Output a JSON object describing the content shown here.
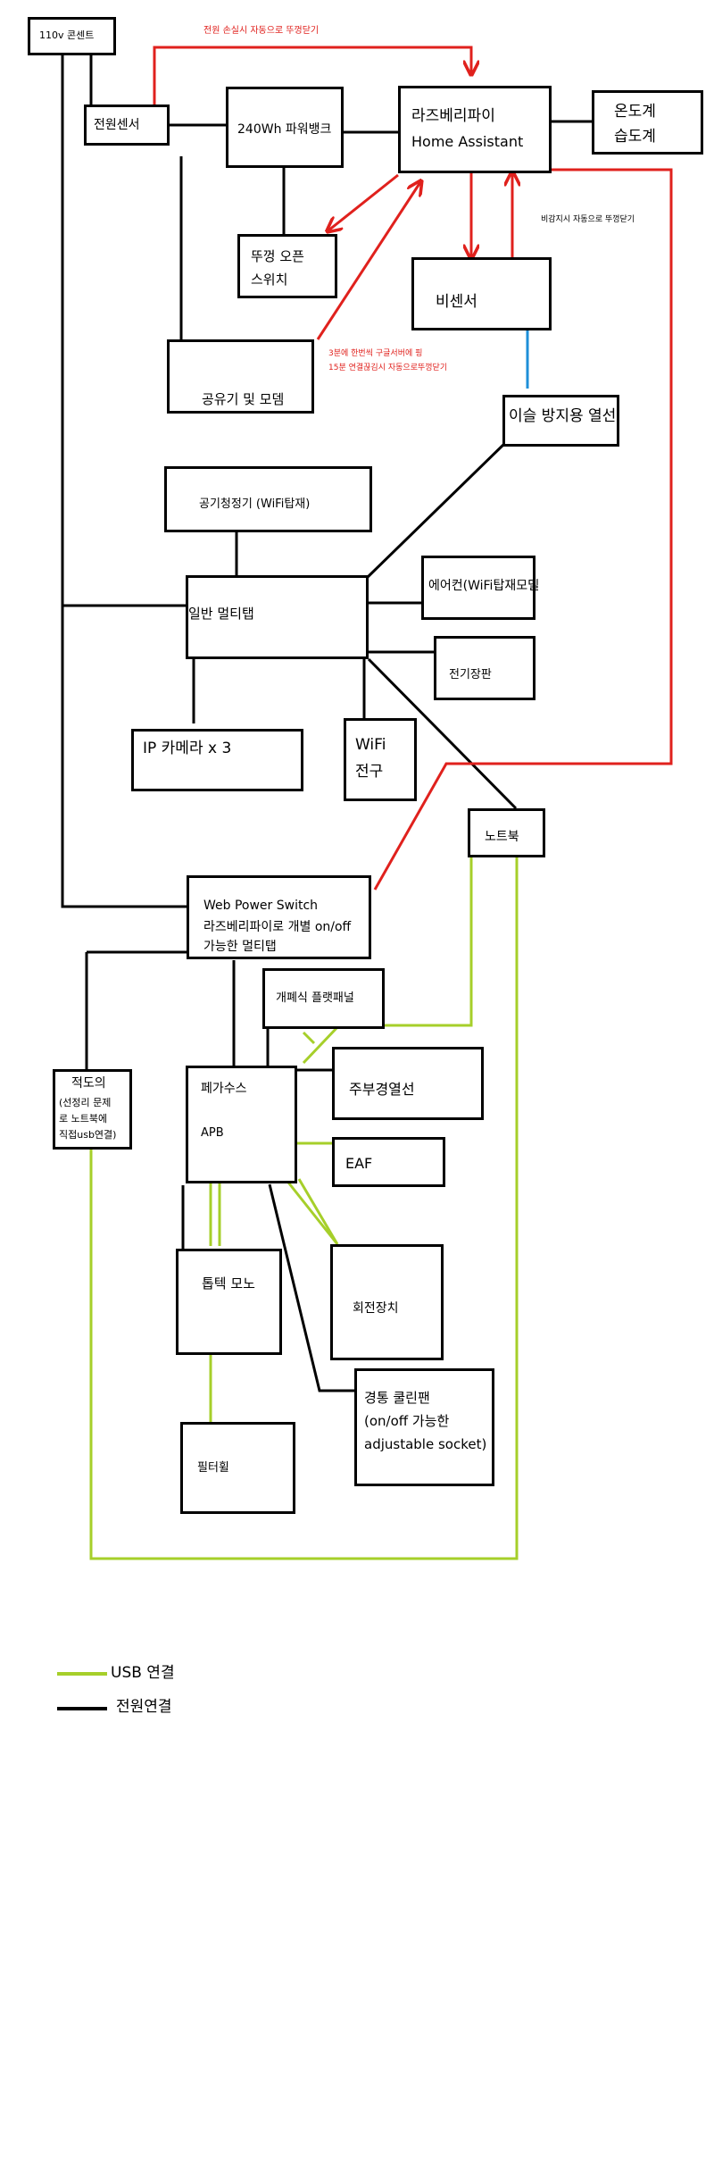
{
  "nodes": {
    "outlet": "110v 콘센트",
    "power_sensor": "전원센서",
    "power_bank": "240Wh 파워뱅크",
    "rpi_line1": "라즈베리파이",
    "rpi_line2": "Home Assistant",
    "thermo_line1": "온도계",
    "thermo_line2": "습도계",
    "lid_line1": "뚜껑 오픈",
    "lid_line2": "스위치",
    "rain_sensor": "비센서",
    "router": "공유기 및 모뎀",
    "dew_heater": "이슬 방지용 열선",
    "air_purifier": "공기청정기 (WiFi탑재)",
    "multitap": "일반 멀티탭",
    "aircon": "에어컨(WiFi탑재모델",
    "heater": "전기장판",
    "ip_camera": "IP 카메라 x 3",
    "wifi_bulb_line1": "WiFi",
    "wifi_bulb_line2": "전구",
    "notebook": "노트북",
    "wps_line1": "Web Power Switch",
    "wps_line2": "라즈베리파이로 개별 on/off",
    "wps_line3": "가능한 멀티탭",
    "flat_panel": "개폐식 플랫패널",
    "eq_line1": "적도의",
    "eq_line2": "(선정리 문제",
    "eq_line3": "로 노트북에",
    "eq_line4": "직접usb연결)",
    "pegasus_line1": "페가수스",
    "pegasus_line2": "APB",
    "main_heater": "주부경열선",
    "eaf": "EAF",
    "rotator": "회전장치",
    "focuser": "톱텍 모노",
    "cooling_line1": "경통 쿨린팬",
    "cooling_line2": "(on/off 가능한",
    "cooling_line3": "adjustable socket)",
    "filter_wheel": "필터휠"
  },
  "annotations": {
    "power_loss": "전원 손실시 자동으로 뚜껑닫기",
    "rain_close": "비감지시 자동으로 뚜껑닫기",
    "ping_line1": "3분에 한번씩 구글서버에 핑",
    "ping_line2": "15분 연결끊김시 자동으로뚜껑닫기"
  },
  "legend": {
    "usb": "USB 연결",
    "power": "전원연결"
  },
  "colors": {
    "power_line": "#000000",
    "control_line": "#e0211d",
    "usb_line": "#a6cf2a",
    "sensor_line": "#1e8fd8"
  }
}
